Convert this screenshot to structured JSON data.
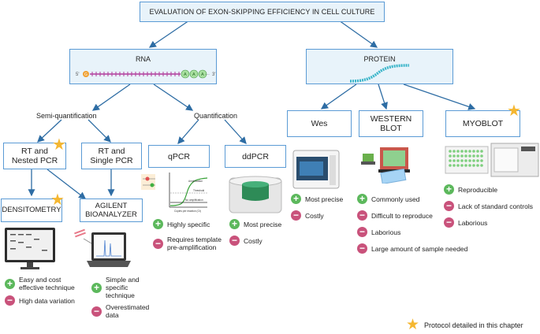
{
  "title": "EVALUATION OF EXON-SKIPPING EFFICIENCY IN CELL CULTURE",
  "rna": {
    "label": "RNA",
    "five_prime": "5'",
    "three_prime": "3'",
    "cap": "G",
    "tail": [
      "A",
      "A",
      "A"
    ],
    "dots": "···"
  },
  "protein": {
    "label": "PROTEIN"
  },
  "branches": {
    "semi": "Semi-quantification",
    "quant": "Quantification"
  },
  "methods": {
    "rt_nested": "RT and Nested PCR",
    "rt_single": "RT and Single PCR",
    "qpcr": "qPCR",
    "ddpcr": "ddPCR",
    "wes": "Wes",
    "western": "WESTERN BLOT",
    "myoblot": "MYOBLOT",
    "densitometry": "DENSITOMETRY",
    "agilent": "AGILENT BIOANALYZER"
  },
  "qpcr_chart": {
    "legend_amp": "Amplification",
    "legend_thr": "Threshold",
    "legend_no": "No amplification",
    "xlabel": "Copies per reaction (Ct)"
  },
  "notes": {
    "densitometry": [
      {
        "type": "pro",
        "text": "Easy  and cost effective technique"
      },
      {
        "type": "con",
        "text": "High data variation"
      }
    ],
    "agilent": [
      {
        "type": "pro",
        "text": "Simple and specific technique"
      },
      {
        "type": "con",
        "text": "Overestimated data"
      }
    ],
    "qpcr": [
      {
        "type": "pro",
        "text": "Highly specific"
      },
      {
        "type": "con",
        "text": "Requires template pre-amplification"
      }
    ],
    "ddpcr": [
      {
        "type": "pro",
        "text": "Most precise"
      },
      {
        "type": "con",
        "text": "Costly"
      }
    ],
    "wes": [
      {
        "type": "pro",
        "text": "Most precise"
      },
      {
        "type": "con",
        "text": "Costly"
      }
    ],
    "western": [
      {
        "type": "pro",
        "text": "Commonly used"
      },
      {
        "type": "con",
        "text": "Difficult to reproduce"
      },
      {
        "type": "con",
        "text": "Laborious"
      },
      {
        "type": "con",
        "text": "Large amount of sample needed"
      }
    ],
    "myoblot": [
      {
        "type": "pro",
        "text": "Reproducible"
      },
      {
        "type": "con",
        "text": "Lack of standard controls"
      },
      {
        "type": "con",
        "text": "Laborious"
      }
    ]
  },
  "legend": "Protocol detailed in this chapter",
  "icons": {
    "pro": "plus-icon",
    "con": "minus-icon",
    "star": "star-icon"
  },
  "colors": {
    "box_border": "#5b9bd5",
    "tint": "#e8f3fa",
    "pro": "#5cb85c",
    "con": "#c9527b",
    "star": "#f5b731",
    "arrow": "#2e6da4"
  }
}
